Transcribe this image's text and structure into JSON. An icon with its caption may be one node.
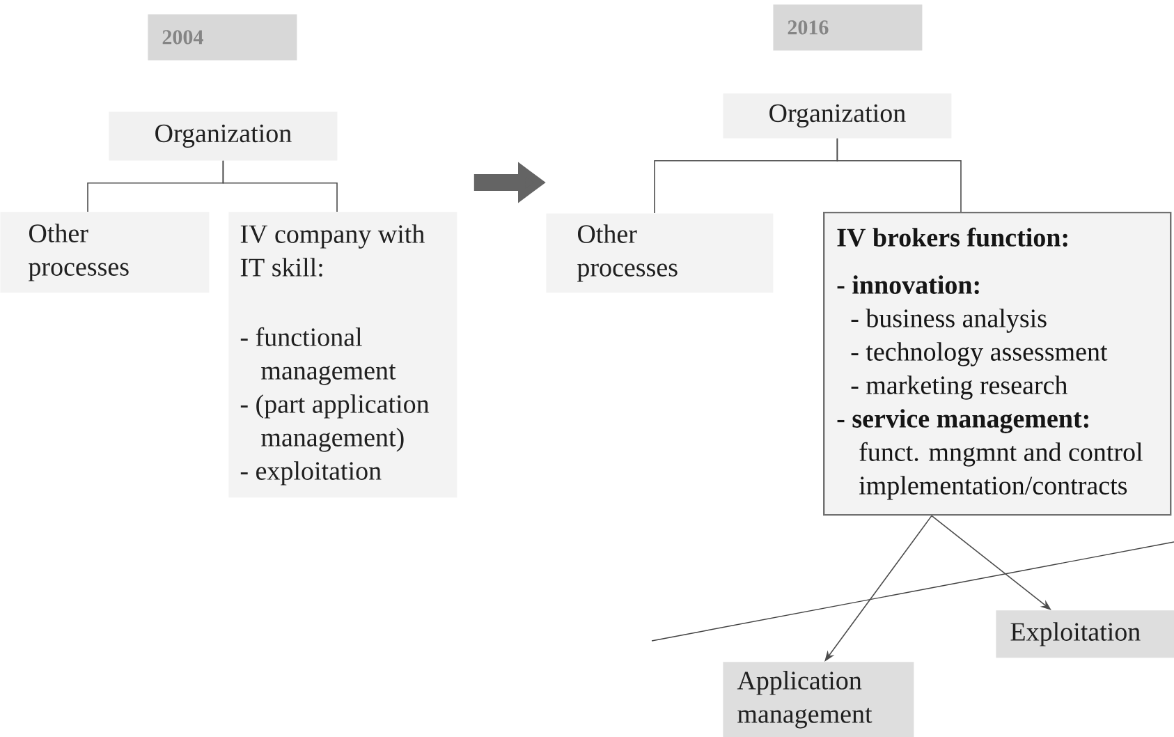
{
  "diagram": {
    "nodes": [
      {
        "text": [
          "2004"
        ]
      },
      {
        "text": [
          "Organization"
        ]
      },
      {
        "text": [
          "Other processes"
        ]
      },
      {
        "text": [
          "IV company with IT skill:",
          "- functional management",
          "- (part application management)",
          "- exploitation"
        ]
      },
      {
        "text": [
          "2016"
        ]
      },
      {
        "text": [
          "Organization"
        ]
      },
      {
        "text": [
          "Other processes"
        ]
      },
      {
        "text": [
          "IV brokers function:",
          "- innovation:",
          "- business analysis",
          "- technology assessment",
          "- marketing research",
          "- service management:",
          "funct. mngmnt and control",
          "implementation/contracts"
        ]
      },
      {
        "text": [
          "Exploitation"
        ]
      },
      {
        "text": [
          "Application management"
        ]
      }
    ],
    "edges": [
      {
        "from": 1,
        "to": 2,
        "arrow": "none"
      },
      {
        "from": 1,
        "to": 3,
        "arrow": "none"
      },
      {
        "from": 5,
        "to": 6,
        "arrow": "none"
      },
      {
        "from": 5,
        "to": 7,
        "arrow": "none"
      },
      {
        "from": 7,
        "to": 9,
        "arrow": "to"
      },
      {
        "from": 7,
        "to": 8,
        "arrow": "to"
      },
      {
        "from": 3,
        "to": 6,
        "arrow": "to",
        "style": "thick",
        "color": "#646464"
      }
    ]
  }
}
